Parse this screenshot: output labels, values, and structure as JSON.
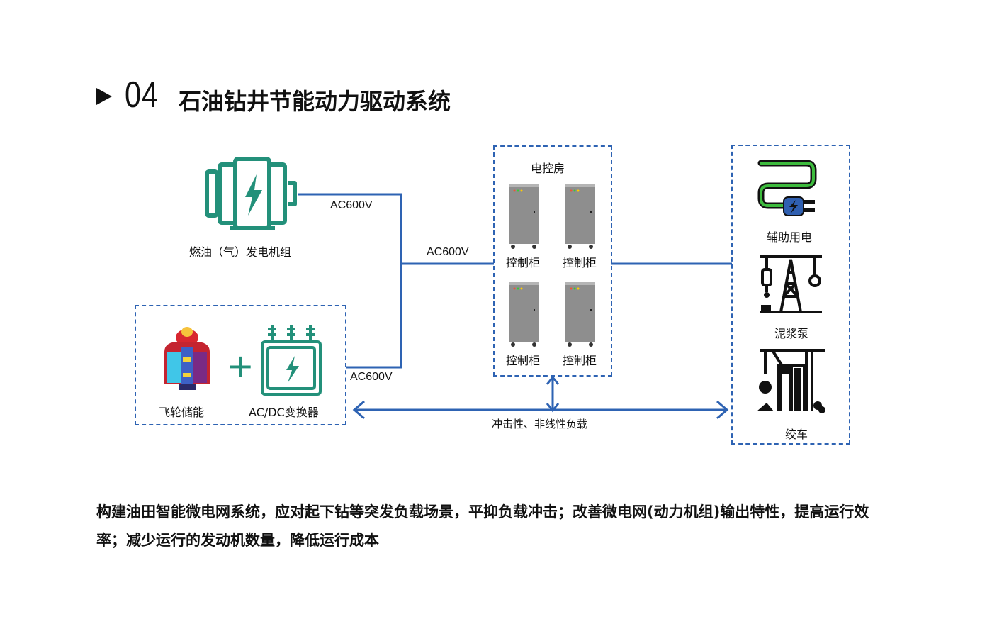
{
  "title": {
    "number": "04",
    "text": "石油钻井节能动力驱动系统"
  },
  "generator": {
    "label": "燃油（气）发电机组"
  },
  "storage": {
    "flywheel_label": "飞轮储能",
    "converter_label": "AC/DC变换器",
    "plus": "+"
  },
  "voltages": {
    "generator_line": "AC600V",
    "bus_line": "AC600V",
    "storage_line": "AC600V"
  },
  "control_room": {
    "title": "电控房",
    "cabinets": [
      "控制柜",
      "控制柜",
      "控制柜",
      "控制柜"
    ]
  },
  "loads": {
    "aux": "辅助用电",
    "mud_pump": "泥浆泵",
    "winch": "绞车"
  },
  "load_arrow_label": "冲击性、非线性负载",
  "description": "构建油田智能微电网系统，应对起下钻等突发负载场景，平抑负载冲击；改善微电网(动力机组)输出特性，提高运行效率；减少运行的发动机数量，降低运行成本",
  "colors": {
    "line": "#2e63b3",
    "icon_green": "#23907a",
    "cabinet": "#8e8e8e",
    "aux_cable": "#3dbb3d",
    "aux_plug": "#2f5fb0"
  }
}
